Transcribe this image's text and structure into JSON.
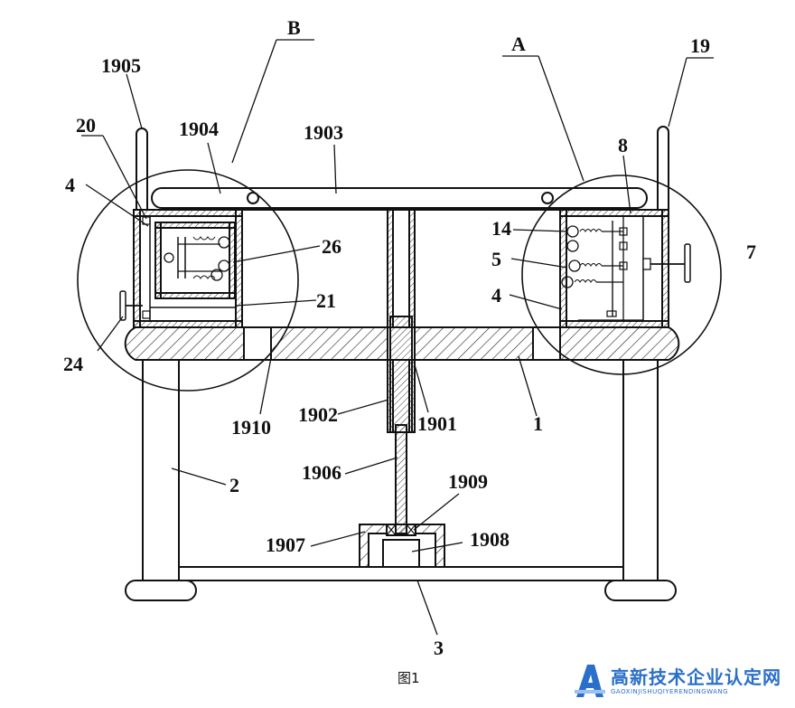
{
  "figure": {
    "caption": "图1",
    "labels": {
      "A": "A",
      "B": "B",
      "l1": "1",
      "l2": "2",
      "l3": "3",
      "l4a": "4",
      "l4b": "4",
      "l5": "5",
      "l7": "7",
      "l8": "8",
      "l14": "14",
      "l19": "19",
      "l20": "20",
      "l21": "21",
      "l24": "24",
      "l26": "26",
      "l1901": "1901",
      "l1902": "1902",
      "l1903": "1903",
      "l1904": "1904",
      "l1905": "1905",
      "l1906": "1906",
      "l1907": "1907",
      "l1908": "1908",
      "l1909": "1909",
      "l1910": "1910"
    }
  },
  "watermark": {
    "title": "高新技术企业认定网",
    "subtitle": "GAOXINJISHUQIYERENDINGWANG",
    "color": "#2a6fc9"
  }
}
